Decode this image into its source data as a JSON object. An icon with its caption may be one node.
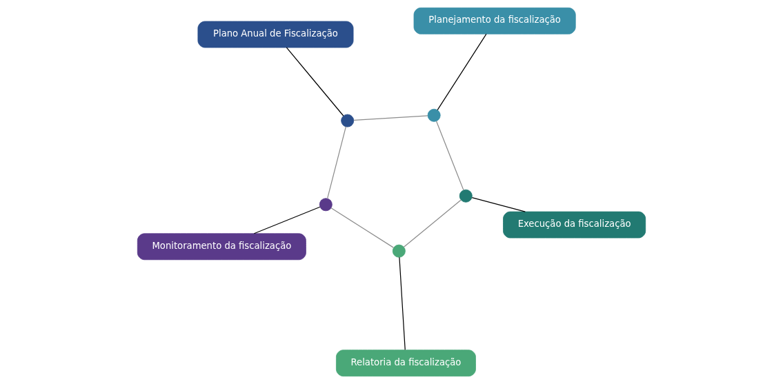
{
  "diagram": {
    "nodes": [
      {
        "text": [
          "Plano Anual de Fiscalização"
        ]
      },
      {
        "text": [],
        "shape": "circle"
      },
      {
        "text": [
          "Monitoramento da fiscalização"
        ]
      },
      {
        "text": [],
        "shape": "circle"
      },
      {
        "text": [
          "Planejamento da fiscalização"
        ]
      },
      {
        "text": [],
        "shape": "circle"
      },
      {
        "text": [],
        "shape": "circle"
      },
      {
        "text": [],
        "shape": "circle"
      },
      {
        "text": [
          "Relatoria da fiscalização"
        ]
      },
      {
        "text": [
          "Execução da fiscalização"
        ]
      }
    ],
    "edges": [
      {
        "from": 0,
        "to": 1,
        "arrow": "none"
      },
      {
        "from": 2,
        "to": 3,
        "arrow": "none"
      },
      {
        "from": 4,
        "to": 5,
        "arrow": "none"
      },
      {
        "from": 8,
        "to": 6,
        "arrow": "none"
      },
      {
        "from": 9,
        "to": 7,
        "arrow": "none"
      },
      {
        "from": 1,
        "to": 5,
        "arrow": "none",
        "color": "#8c8c8c"
      },
      {
        "from": 5,
        "to": 7,
        "arrow": "none",
        "color": "#8c8c8c"
      },
      {
        "from": 7,
        "to": 6,
        "arrow": "none",
        "color": "#8c8c8c"
      },
      {
        "from": 6,
        "to": 3,
        "arrow": "none",
        "color": "#8c8c8c"
      },
      {
        "from": 3,
        "to": 1,
        "arrow": "none",
        "color": "#8c8c8c"
      }
    ]
  }
}
